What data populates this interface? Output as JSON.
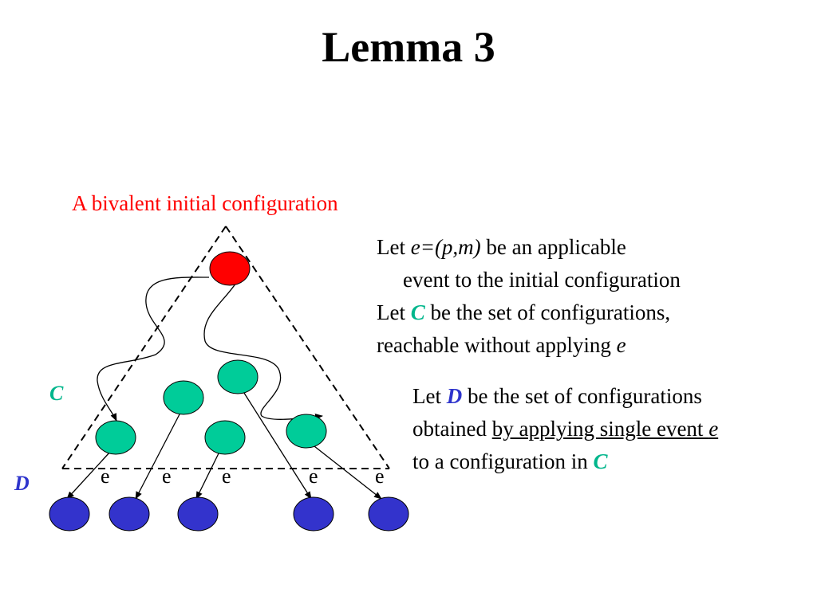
{
  "slide": {
    "title": "Lemma 3"
  },
  "diagram": {
    "caption": "A bivalent initial configuration",
    "set_c_label": "C",
    "set_d_label": "D",
    "event_labels": [
      "e",
      "e",
      "e",
      "e",
      "e"
    ],
    "colors": {
      "initial": "#ff0000",
      "c_nodes": "#00cc99",
      "d_nodes": "#3333cc",
      "caption": "#ff0000",
      "c_label": "#00b68c",
      "d_label": "#2e34cc"
    }
  },
  "definitions": {
    "event_def": {
      "let": "Let ",
      "symbol": "e=(p,m)",
      "rest": " be an applicable",
      "line2": "event to the initial configuration"
    },
    "c_def": {
      "let": "Let ",
      "symbol": "C",
      "rest": " be the set of configurations,",
      "line2_prefix": "reachable without applying ",
      "line2_symbol": "e"
    },
    "d_def": {
      "let": "Let ",
      "symbol": "D",
      "rest": " be the set of configurations",
      "line2_prefix": "obtained ",
      "line2_underlined": "by applying single event ",
      "line2_underlined_symbol": "e",
      "line3_prefix": "to a configuration in ",
      "line3_symbol": "C"
    }
  }
}
